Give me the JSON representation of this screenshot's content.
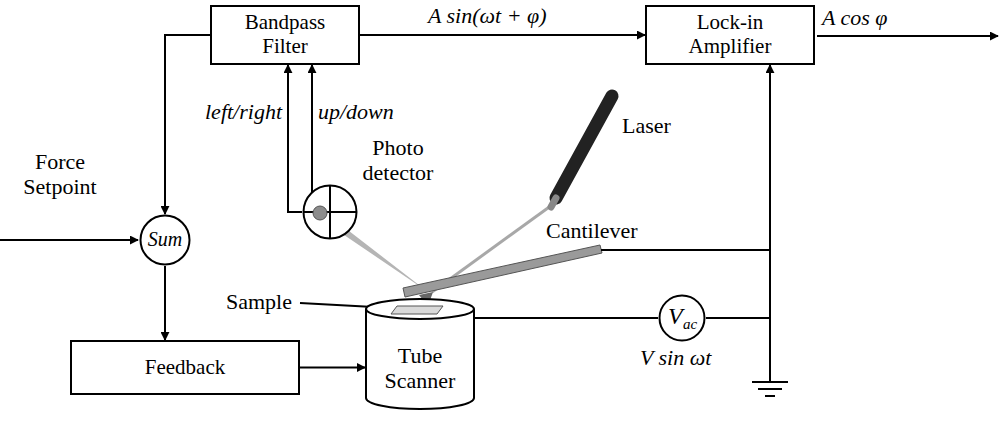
{
  "diagram": {
    "nodes": [
      {
        "text": [
          "Bandpass Filter"
        ]
      },
      {
        "text": [
          "Lock-in Amplifier"
        ]
      },
      {
        "text": [
          "Photo detector"
        ]
      },
      {
        "text": [
          "Sum"
        ]
      },
      {
        "text": [
          "Feedback"
        ]
      },
      {
        "text": [
          "Tube Scanner"
        ]
      },
      {
        "text": [
          "V",
          "ac"
        ]
      }
    ],
    "edges": [
      {
        "from": 0,
        "to": 1,
        "label": "A sin(ωt + φ)",
        "arrow": "to"
      },
      {
        "from": 2,
        "to": 0,
        "label": "left/right",
        "arrow": "to"
      },
      {
        "from": 2,
        "to": 0,
        "label": "up/down",
        "arrow": "to"
      },
      {
        "from": 0,
        "to": 3,
        "arrow": "to"
      },
      {
        "from": 3,
        "to": 4,
        "arrow": "to"
      },
      {
        "from": 4,
        "to": 5,
        "arrow": "to"
      },
      {
        "from": 5,
        "to": 6,
        "arrow": "none"
      },
      {
        "from": 6,
        "to": 1,
        "arrow": "to"
      }
    ],
    "labels": [
      "A cos φ",
      "Laser",
      "Force Setpoint",
      "Cantilever",
      "Sample",
      "V sin ωt"
    ]
  }
}
